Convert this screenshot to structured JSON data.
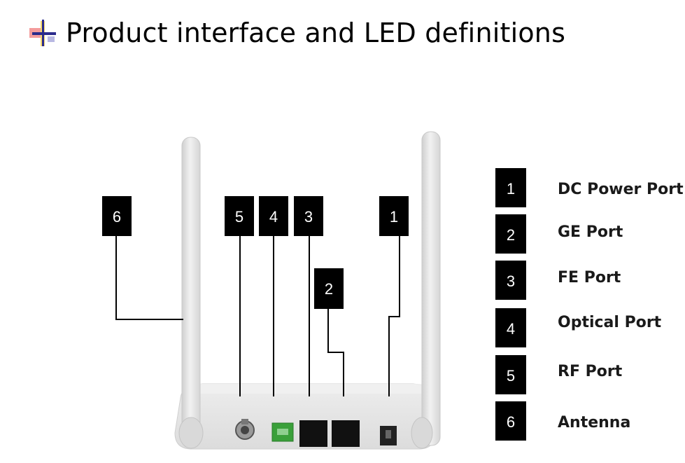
{
  "header": {
    "title": "Product interface and LED definitions",
    "icon": "flag-bullet-icon"
  },
  "callouts": [
    {
      "number": "6",
      "target": "antenna-left"
    },
    {
      "number": "5",
      "target": "rf-port"
    },
    {
      "number": "4",
      "target": "optical-port"
    },
    {
      "number": "3",
      "target": "fe-port"
    },
    {
      "number": "2",
      "target": "ge-port"
    },
    {
      "number": "1",
      "target": "dc-power-port"
    }
  ],
  "legend": [
    {
      "number": "1",
      "label": "DC Power Port"
    },
    {
      "number": "2",
      "label": "GE Port"
    },
    {
      "number": "3",
      "label": "FE Port"
    },
    {
      "number": "4",
      "label": "Optical Port"
    },
    {
      "number": "5",
      "label": "RF Port"
    },
    {
      "number": "6",
      "label": "Antenna"
    }
  ],
  "colors": {
    "badge": "#000000",
    "device_body": "#e9e9e9",
    "antenna": "#e3e3e3",
    "optical_port": "#3aa03a",
    "ethernet_port": "#111111"
  }
}
